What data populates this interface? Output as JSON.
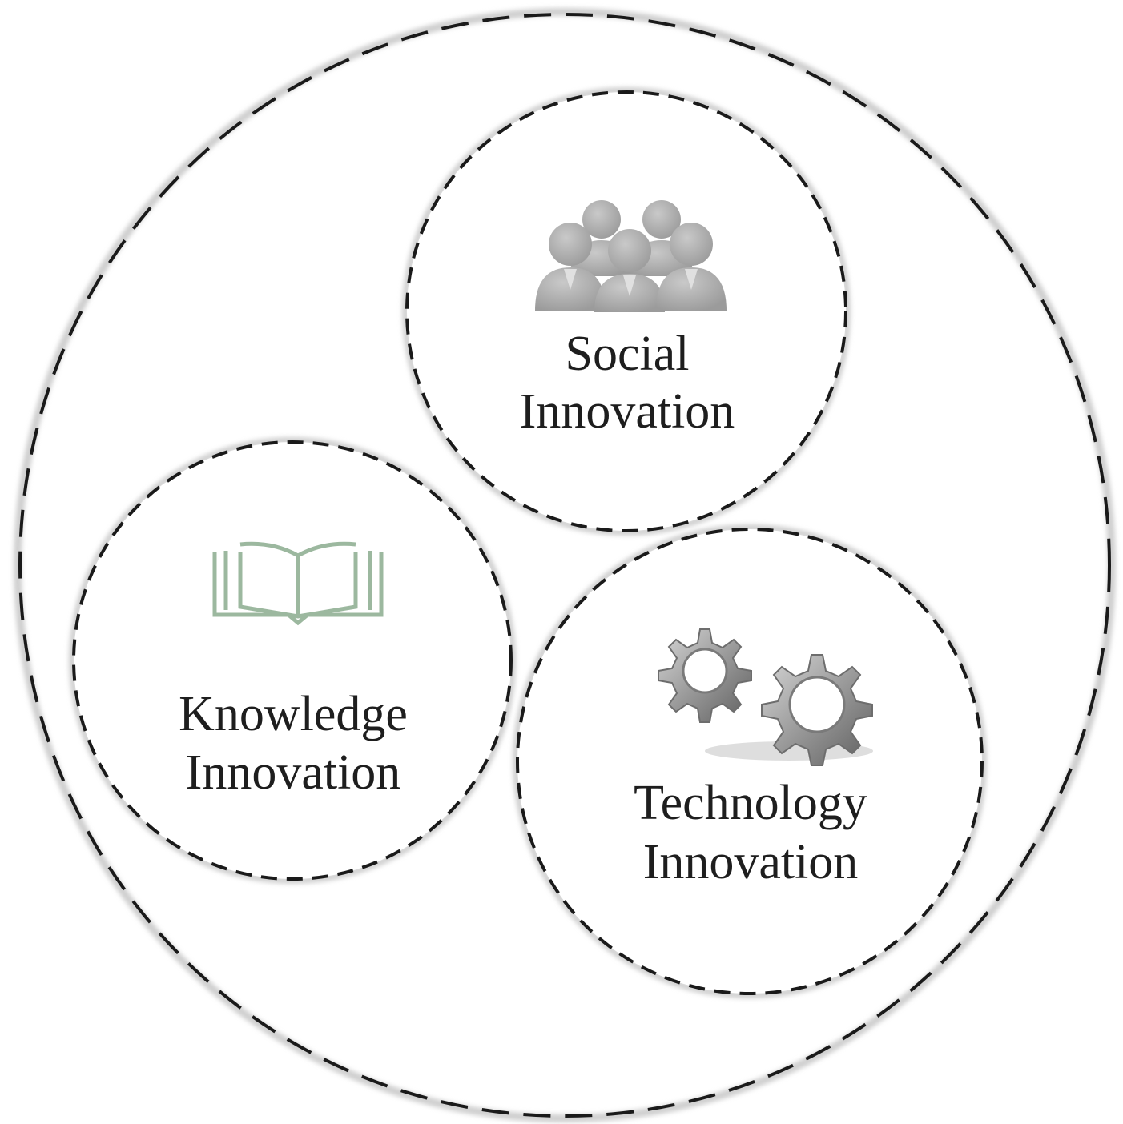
{
  "diagram": {
    "circles": {
      "social": {
        "line1": "Social",
        "line2": "Innovation",
        "icon": "people-group-icon"
      },
      "knowledge": {
        "line1": "Knowledge",
        "line2": "Innovation",
        "icon": "open-book-icon"
      },
      "technology": {
        "line1": "Technology",
        "line2": "Innovation",
        "icon": "gears-icon"
      }
    },
    "colors": {
      "outline": "#1a1a1a",
      "text": "#1e1e1e",
      "people_icon": "#a9a9a9",
      "book_icon": "#9cb89f",
      "gear_icon": "#9a9a9a"
    }
  }
}
